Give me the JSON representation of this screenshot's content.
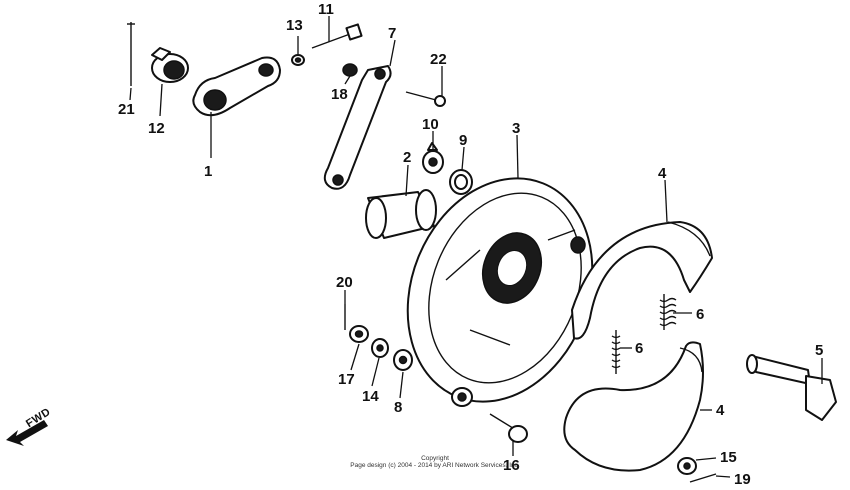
{
  "fwd_label": "FWD",
  "copyright": {
    "line1": "Copyright",
    "line2": "Page design (c) 2004 - 2014 by ARI Network Services, Inc."
  },
  "callouts": {
    "c1": "1",
    "c2": "2",
    "c3": "3",
    "c4a": "4",
    "c4b": "4",
    "c5": "5",
    "c6a": "6",
    "c6b": "6",
    "c7": "7",
    "c8": "8",
    "c9": "9",
    "c10": "10",
    "c11": "11",
    "c12": "12",
    "c13": "13",
    "c14": "14",
    "c15": "15",
    "c16": "16",
    "c17": "17",
    "c18": "18",
    "c19": "19",
    "c20": "20",
    "c21": "21",
    "c22": "22"
  }
}
